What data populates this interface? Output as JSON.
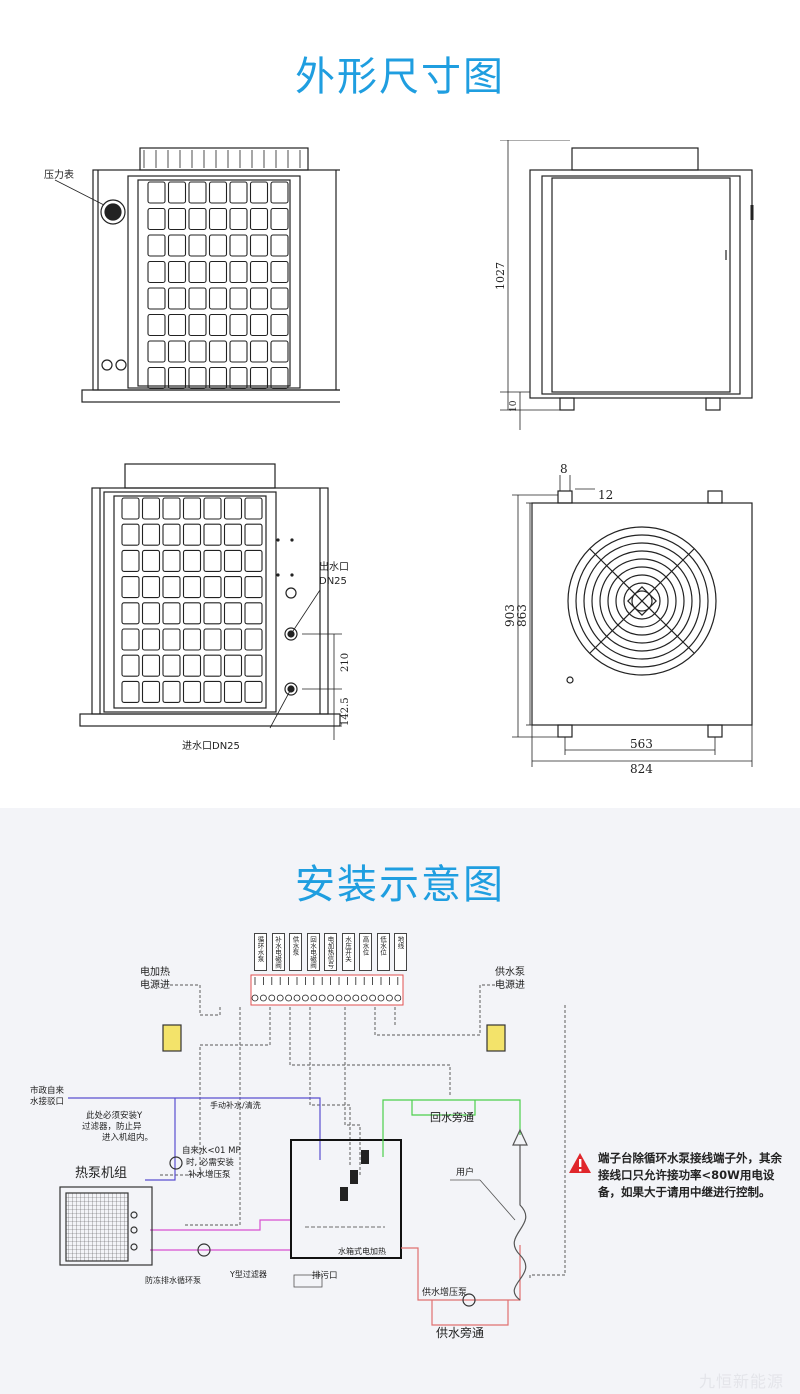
{
  "section_outline": {
    "title": "外形尺寸图",
    "pressure_gauge_label": "压力表",
    "side_view_dims": {
      "height": "1027",
      "base": "10"
    },
    "back_view": {
      "outlet_label": "出水口\nDN25",
      "outlet_line1": "出水口",
      "outlet_line2": "DN25",
      "inlet_label": "进水口DN25",
      "dim_spacing": "210",
      "dim_bottom": "142.5"
    },
    "top_view_dims": {
      "bracket_width": "8",
      "bracket_depth": "12",
      "outer_height": "903",
      "inner_height": "863",
      "inner_width": "563",
      "outer_width": "824"
    }
  },
  "section_install": {
    "title": "安装示意图",
    "terminals": [
      "循环水泵",
      "补水电磁阀",
      "供水泵",
      "回水电磁阀",
      "电加热信号",
      "水压开关",
      "高水位",
      "低水位",
      "地线"
    ],
    "heater_power": [
      "电加热",
      "电源进"
    ],
    "pump_power": [
      "供水泵",
      "电源进"
    ],
    "city_water": [
      "市政自来",
      "水接驳口"
    ],
    "filter_note": [
      "此处必须安装Y",
      "过滤器，防止异",
      "进入机组内。"
    ],
    "manual_fill": "手动补水/清洗",
    "booster_note": [
      "自来水<01 MP",
      "时, 必需安装",
      "补水增压泵"
    ],
    "heat_pump_unit": "热泵机组",
    "antifreeze_pump": "防冻排水循环泵",
    "y_filter": "Y型过滤器",
    "drain": "排污口",
    "tank_heater": "水箱式电加热",
    "return_bypass": "回水旁通",
    "user": "用户",
    "supply_booster": "供水增压泵",
    "supply_bypass": "供水旁通",
    "warning": "端子台除循环水泵接线端子外，其余接线口只允许接功率<80W用电设备，如果大于请用中继进行控制。",
    "watermark": "九恒新能源"
  },
  "colors": {
    "title": "#1f9ee0",
    "warning": "#e0262b",
    "pipe_purple": "#5a4fd0",
    "pipe_magenta": "#d84fd0",
    "pipe_green": "#4ccf4c",
    "pipe_red": "#e07070",
    "pipe_cyan": "#40c8e0"
  }
}
